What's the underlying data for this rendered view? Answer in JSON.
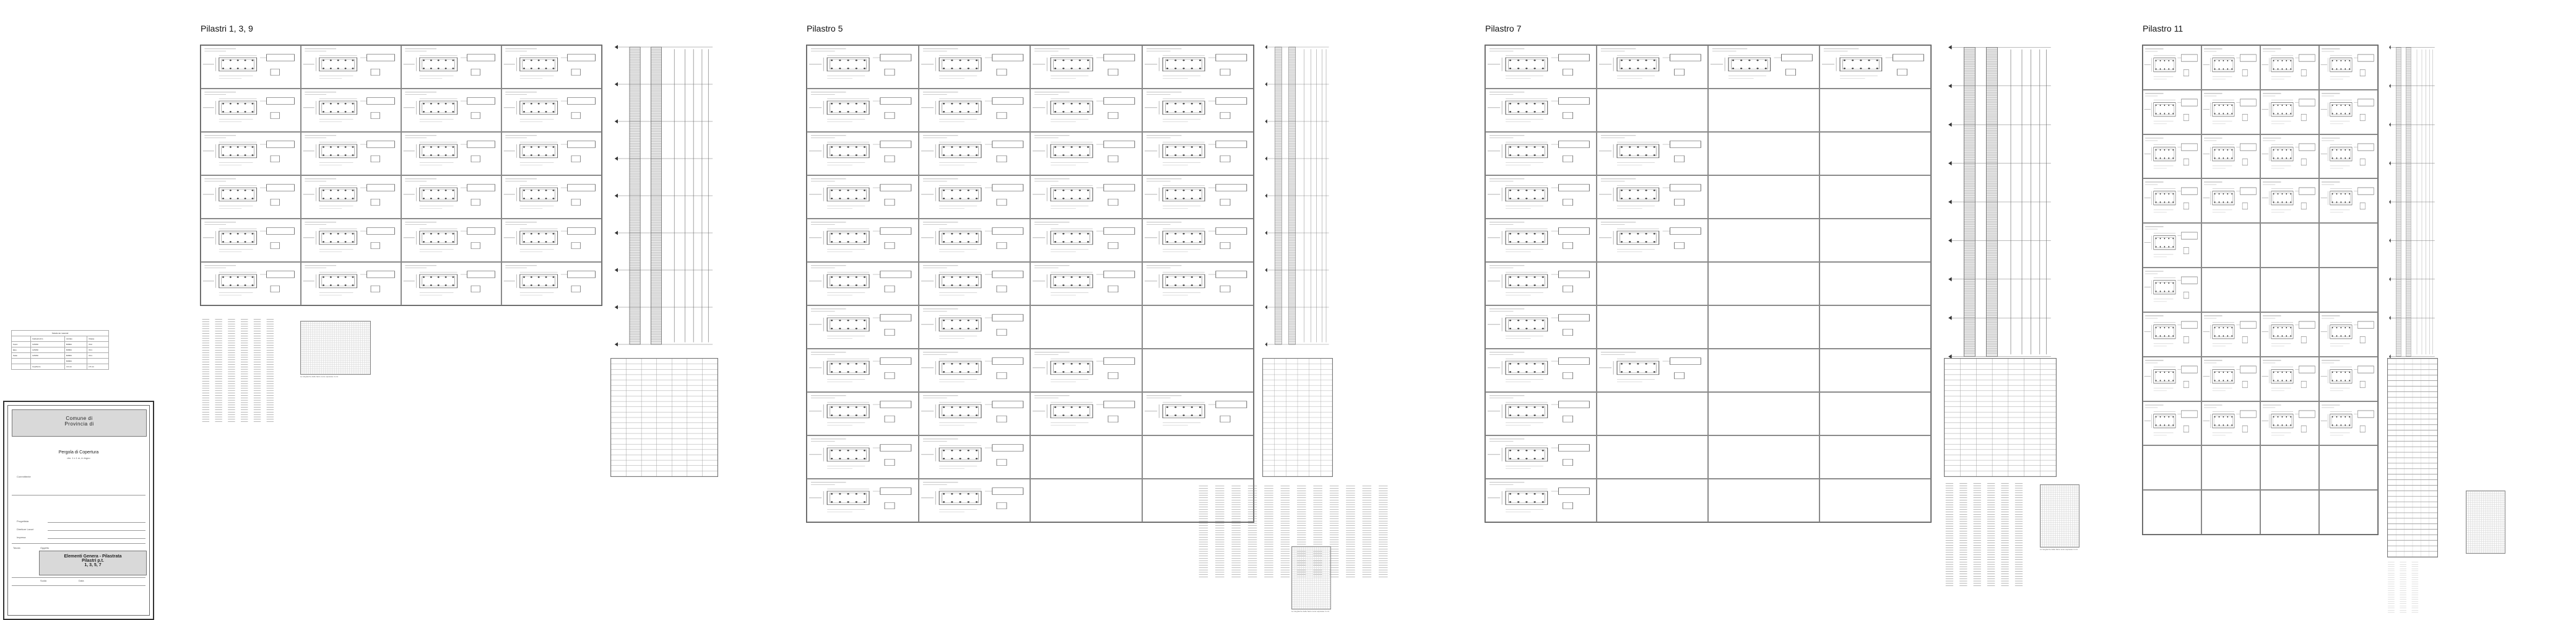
{
  "sheets": [
    {
      "title": "Pilastri 1, 3, 9"
    },
    {
      "title": "Pilastro 5"
    },
    {
      "title": "Pilastro 7"
    },
    {
      "title": "Pilastro 11"
    }
  ],
  "title_block": {
    "comune_line1": "Comune di",
    "comune_line2": "Provincia di",
    "progetto_line1": "Pergola di Copertura",
    "progetto_line2": "dm. 1 x 1 m, in legno",
    "oggetto_line1": "Elementi Genera - Pilastrata",
    "oggetto_line2": "Pilastri p.t.",
    "oggetto_line3": "1, 3, 5, 7",
    "labels": {
      "committente": "Committente",
      "progettista": "Progettista",
      "direttore": "Direttore Lavori",
      "impresa": "Impresa",
      "oggetto": "Oggetto",
      "tavola": "Tavola",
      "scala": "Scala",
      "data": "Data"
    }
  },
  "materials_table": {
    "title": "Tabella dei materiali",
    "headers": [
      "",
      "Calcestruzzo",
      "Acciaio",
      "Classe"
    ],
    "rows": [
      [
        "Fond.",
        "C25/30",
        "B450C",
        "XC2"
      ],
      [
        "Elev.",
        "C25/30",
        "B450C",
        "XC1"
      ],
      [
        "Solai",
        "C25/30",
        "B450C",
        "XC1"
      ],
      [
        "",
        "",
        "B450C",
        ""
      ],
      [
        "",
        "Copriferro",
        "3.0 cm",
        "2.5 cm"
      ]
    ]
  },
  "notes": {
    "legend": "Le lunghezze delle barre sono espresse in cm"
  }
}
